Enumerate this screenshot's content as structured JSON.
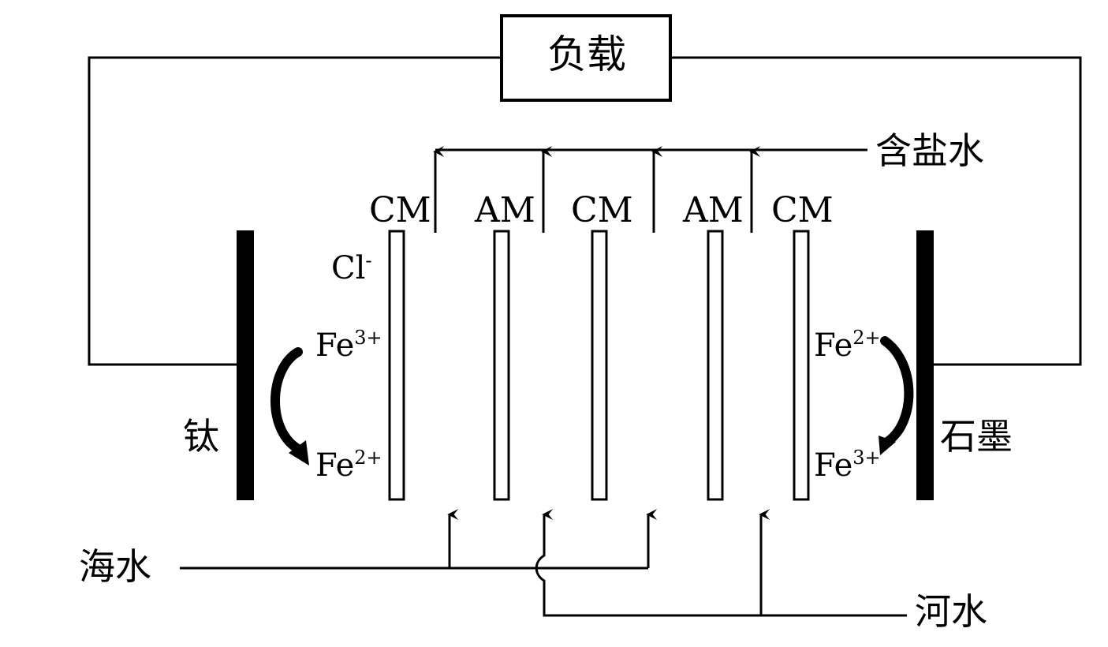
{
  "load_label": "负载",
  "salt_water_label": "含盐水",
  "seawater_label": "海水",
  "river_water_label": "河水",
  "left_electrode_label": "钛",
  "right_electrode_label": "石墨",
  "membranes": [
    "CM",
    "AM",
    "CM",
    "AM",
    "CM"
  ],
  "left_ions": {
    "anion": "Cl",
    "anion_charge": "-",
    "top_ion": "Fe",
    "top_charge": "3+",
    "bottom_ion": "Fe",
    "bottom_charge": "2+"
  },
  "right_ions": {
    "top_ion": "Fe",
    "top_charge": "2+",
    "bottom_ion": "Fe",
    "bottom_charge": "3+"
  }
}
